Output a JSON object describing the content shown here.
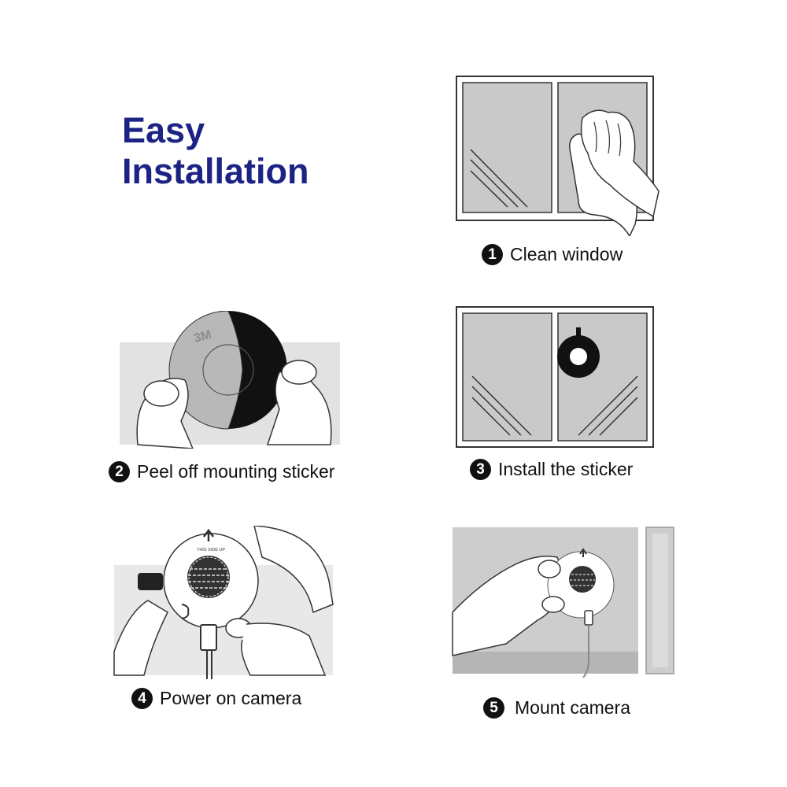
{
  "title": {
    "line1": "Easy",
    "line2": "Installation"
  },
  "steps": [
    {
      "number": "1",
      "label": "Clean window"
    },
    {
      "number": "2",
      "label": "Peel off mounting sticker"
    },
    {
      "number": "3",
      "label": "Install the sticker"
    },
    {
      "number": "4",
      "label": "Power on camera"
    },
    {
      "number": "5",
      "label": "Mount camera"
    }
  ],
  "sticker_brand": "3M",
  "camera_label": "THIS SIDE UP",
  "colors": {
    "title": "#1d2385",
    "glass": "#c9c9c9",
    "text": "#111111"
  }
}
